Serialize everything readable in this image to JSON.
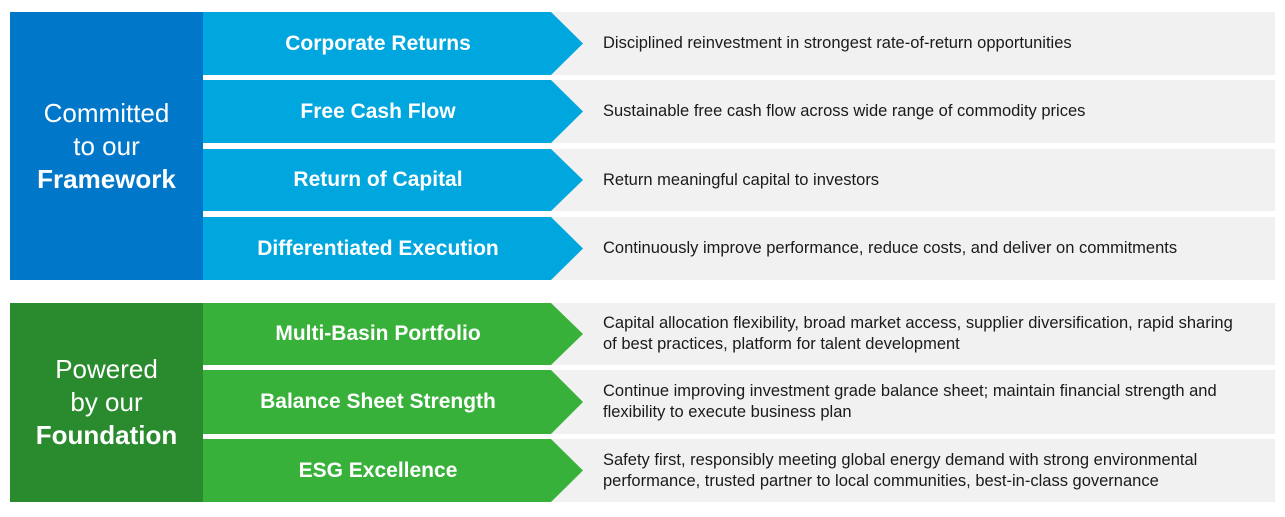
{
  "colors": {
    "framework_dark": "#0077C8",
    "framework_light": "#00A6DE",
    "foundation_dark": "#2A8A2E",
    "foundation_light": "#38B13A",
    "description_bg": "#F1F1F1"
  },
  "framework": {
    "label_line1": "Committed",
    "label_line2": "to our",
    "label_line3": "Framework",
    "rows": [
      {
        "title": "Corporate Returns",
        "description": "Disciplined reinvestment in strongest rate-of-return opportunities"
      },
      {
        "title": "Free Cash Flow",
        "description": "Sustainable free cash flow across wide range of commodity prices"
      },
      {
        "title": "Return of Capital",
        "description": "Return meaningful capital to investors"
      },
      {
        "title": "Differentiated Execution",
        "description": "Continuously improve performance, reduce costs, and deliver on commitments"
      }
    ]
  },
  "foundation": {
    "label_line1": "Powered",
    "label_line2": "by our",
    "label_line3": "Foundation",
    "rows": [
      {
        "title": "Multi-Basin Portfolio",
        "description": "Capital allocation flexibility, broad market access, supplier diversification, rapid sharing of best practices, platform for talent development"
      },
      {
        "title": "Balance Sheet Strength",
        "description": "Continue improving investment grade balance sheet; maintain financial strength and flexibility to execute business plan"
      },
      {
        "title": "ESG Excellence",
        "description": "Safety first, responsibly meeting global energy demand with strong environmental performance, trusted partner to local communities, best-in-class governance"
      }
    ]
  }
}
